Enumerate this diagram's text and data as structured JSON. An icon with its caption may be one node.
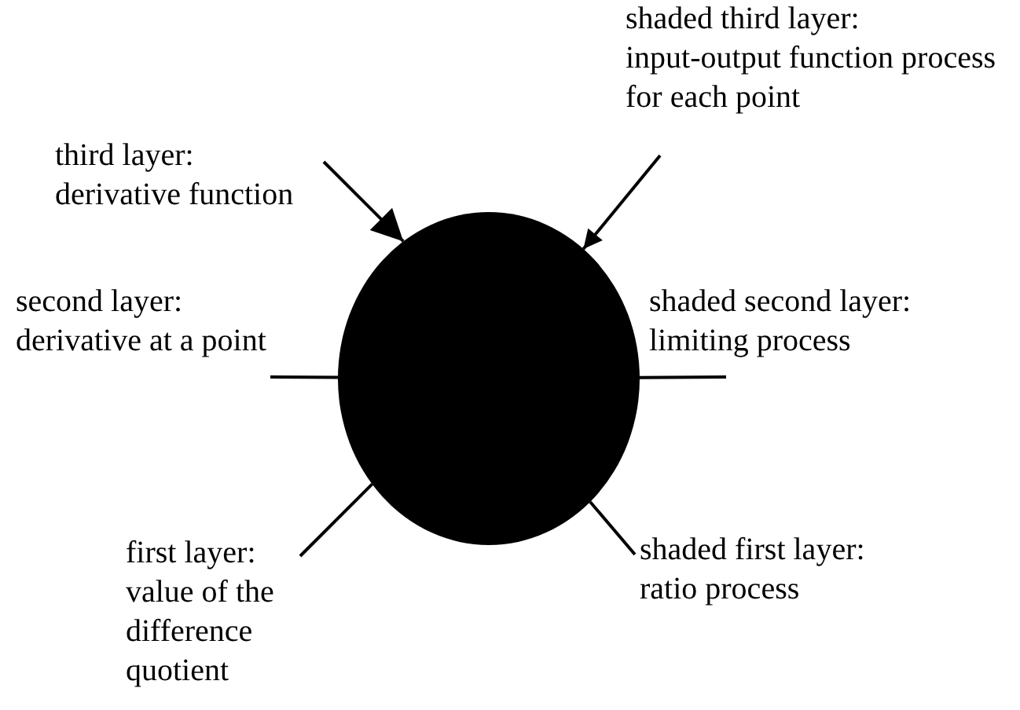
{
  "diagram": {
    "nodes": [
      {
        "text": [
          "shaded third layer:",
          "input-output function process for each point"
        ]
      },
      {
        "text": [
          "third layer:",
          "derivative function"
        ]
      },
      {
        "text": [
          "second layer:",
          "derivative at a point"
        ]
      },
      {
        "text": [
          "shaded second layer:",
          "limiting process"
        ]
      },
      {
        "text": [],
        "shape": "circle"
      },
      {
        "text": [
          "first layer:",
          "value of the difference quotient"
        ]
      },
      {
        "text": [
          "shaded first layer:",
          "ratio process"
        ]
      }
    ],
    "edges": [
      {
        "from": 0,
        "to": 4,
        "arrow": "to"
      },
      {
        "from": 1,
        "to": 4,
        "arrow": "to"
      },
      {
        "from": 2,
        "to": 4,
        "arrow": "none"
      },
      {
        "from": 3,
        "to": 4,
        "arrow": "none"
      },
      {
        "from": 5,
        "to": 4,
        "arrow": "none"
      },
      {
        "from": 6,
        "to": 4,
        "arrow": "none"
      }
    ]
  }
}
